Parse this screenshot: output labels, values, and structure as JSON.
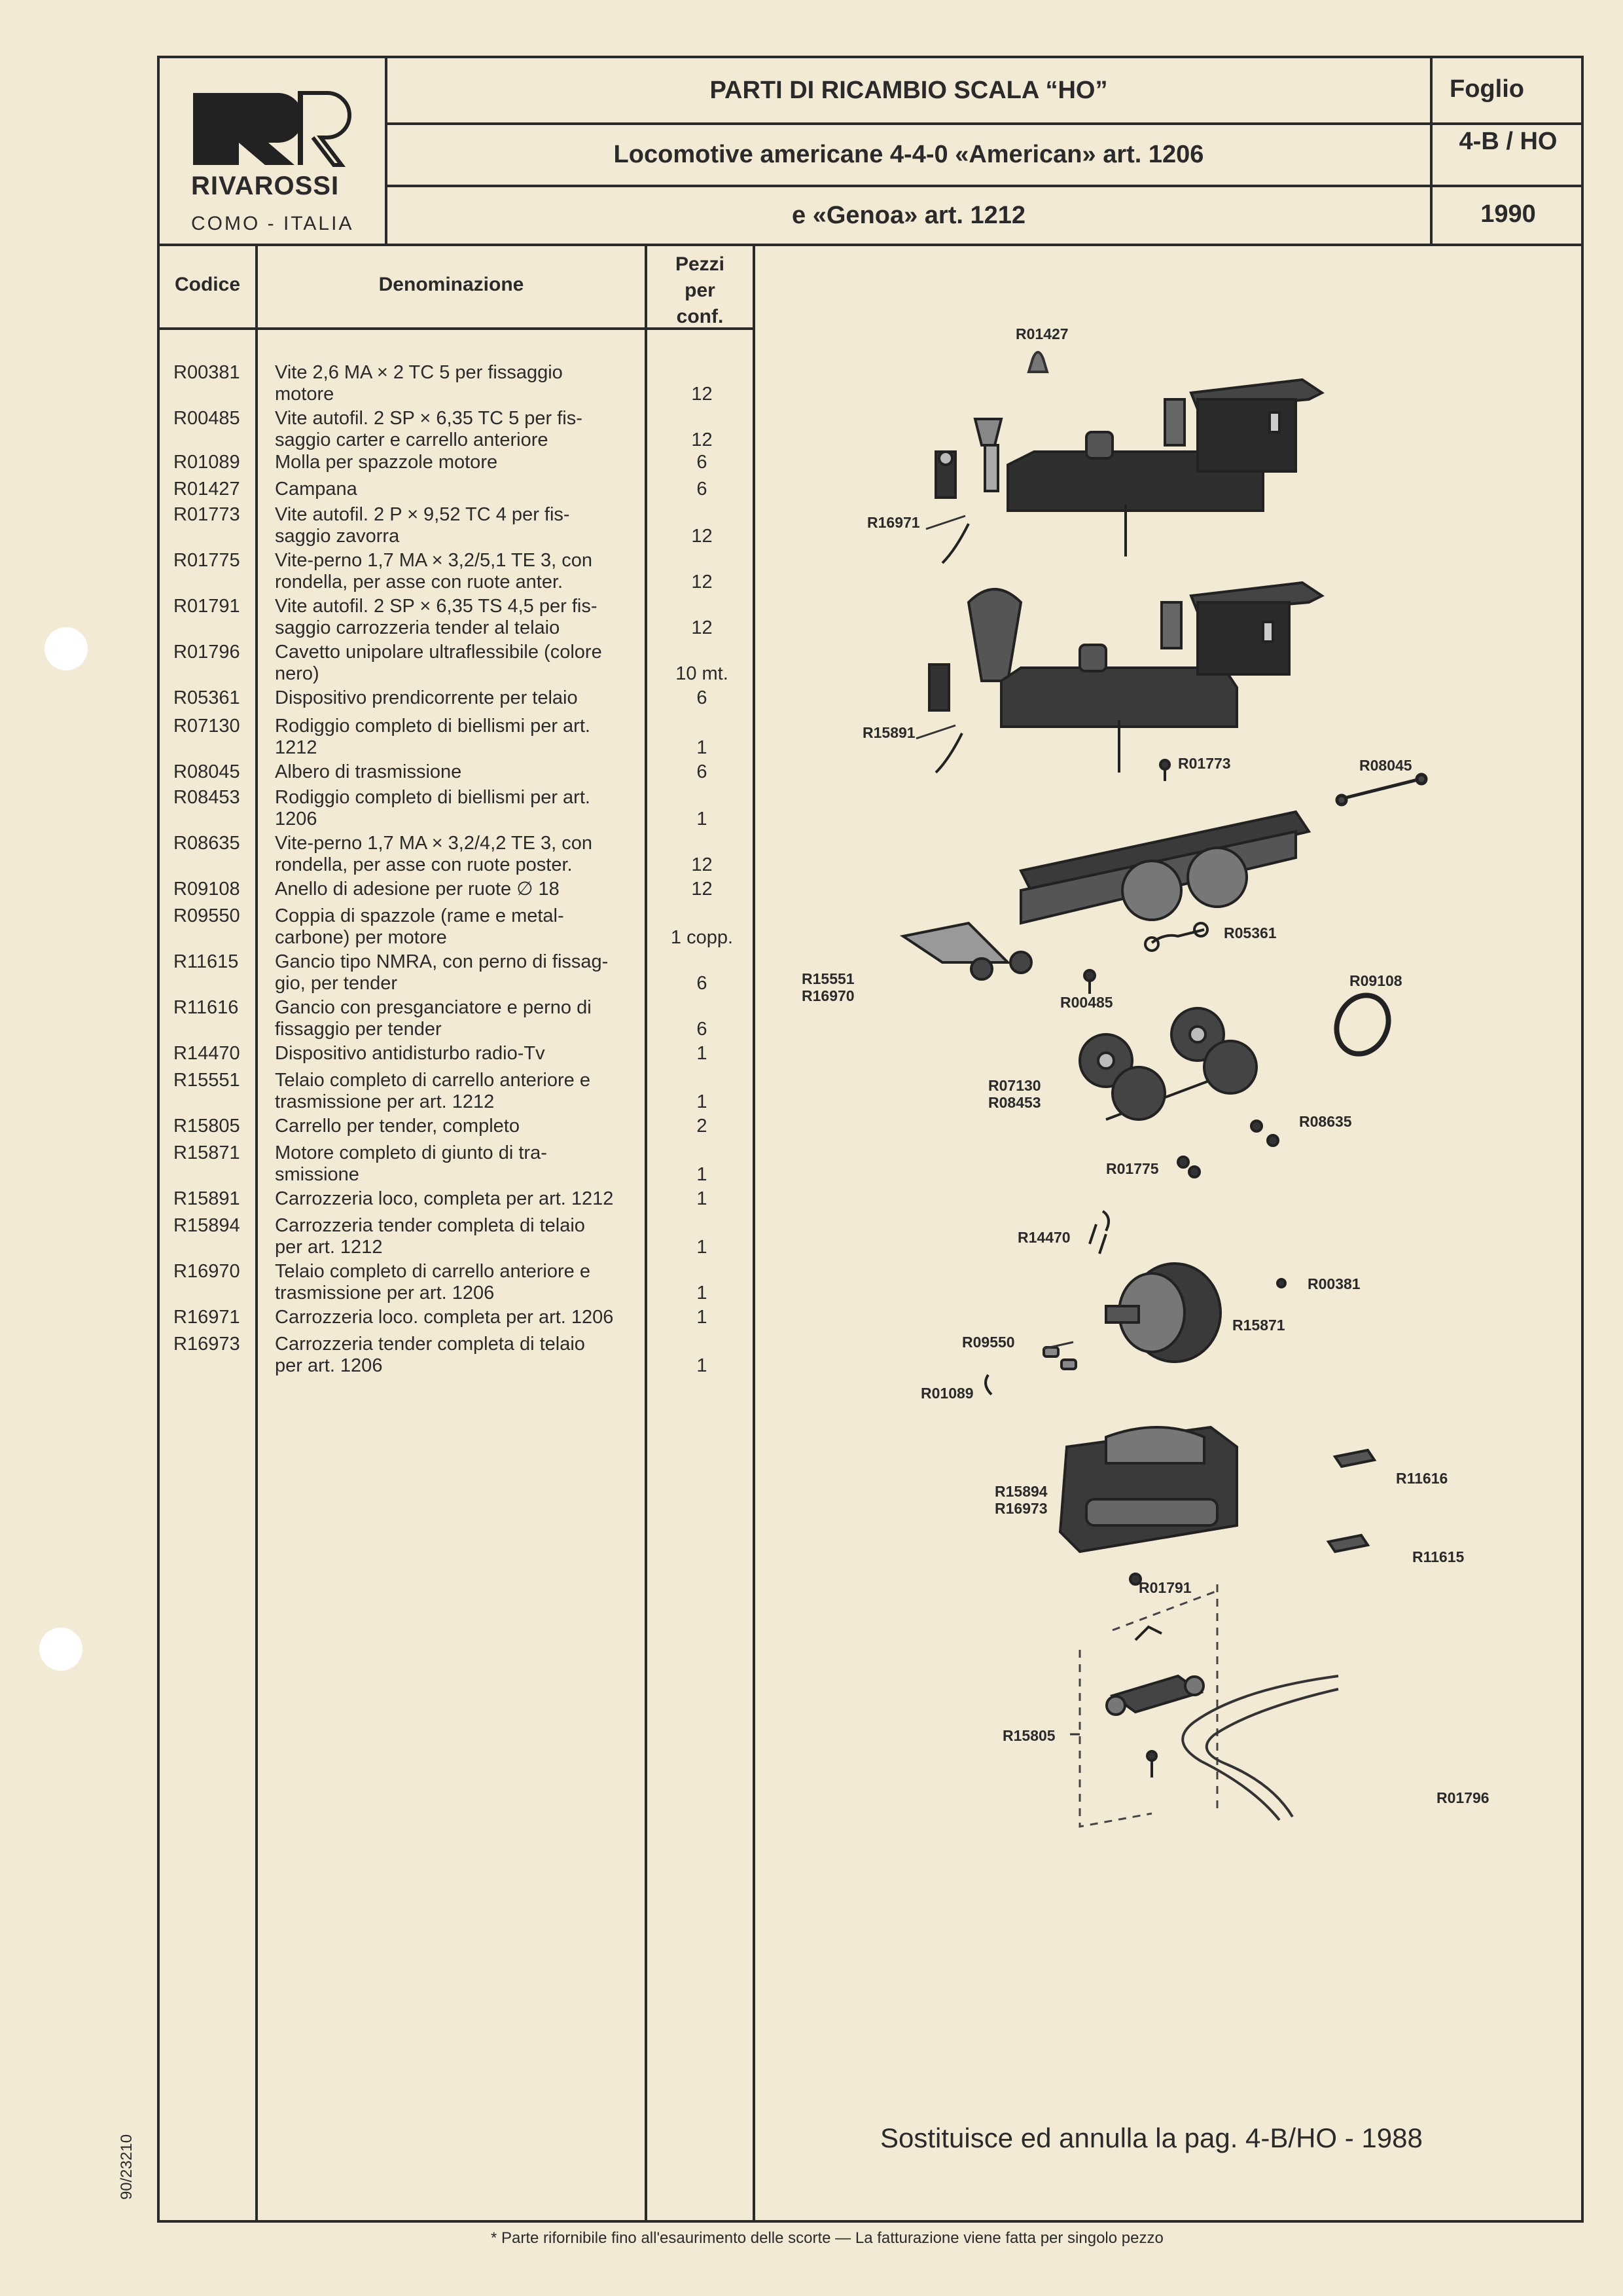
{
  "header": {
    "brand": "RIVAROSSI",
    "city": "COMO - ITALIA",
    "title": "PARTI DI RICAMBIO SCALA “HO”",
    "subtitle1": "Locomotive americane 4-4-0 «American» art. 1206",
    "subtitle2": "e «Genoa» art. 1212",
    "sheet_label": "Foglio",
    "sheet_no": "4-B / HO",
    "year": "1990"
  },
  "table": {
    "col_code": "Codice",
    "col_desc": "Denominazione",
    "col_qty": [
      "Pezzi",
      "per",
      "conf."
    ],
    "rows": [
      {
        "code": "R00381",
        "desc": [
          "Vite 2,6 MA × 2 TC 5 per fissaggio",
          "motore"
        ],
        "qty": "12"
      },
      {
        "code": "R00485",
        "desc": [
          "Vite autofil. 2 SP × 6,35 TC 5 per fis-",
          "saggio carter e carrello anteriore"
        ],
        "qty": "12"
      },
      {
        "code": "R01089",
        "desc": [
          "Molla per spazzole motore"
        ],
        "qty": "6"
      },
      {
        "code": "R01427",
        "desc": [
          "Campana"
        ],
        "qty": "6"
      },
      {
        "code": "R01773",
        "desc": [
          "Vite autofil. 2 P × 9,52 TC 4 per fis-",
          "saggio zavorra"
        ],
        "qty": "12"
      },
      {
        "code": "R01775",
        "desc": [
          "Vite-perno 1,7 MA × 3,2/5,1 TE 3, con",
          "rondella, per asse con ruote anter."
        ],
        "qty": "12"
      },
      {
        "code": "R01791",
        "desc": [
          "Vite autofil. 2 SP × 6,35 TS 4,5 per fis-",
          "saggio carrozzeria tender al telaio"
        ],
        "qty": "12"
      },
      {
        "code": "R01796",
        "desc": [
          "Cavetto unipolare ultraflessibile (colore",
          "nero)"
        ],
        "qty": "10 mt."
      },
      {
        "code": "R05361",
        "desc": [
          "Dispositivo prendicorrente per telaio"
        ],
        "qty": "6"
      },
      {
        "code": "R07130",
        "desc": [
          "Rodiggio completo di biellismi per art.",
          "1212"
        ],
        "qty": "1"
      },
      {
        "code": "R08045",
        "desc": [
          "Albero di trasmissione"
        ],
        "qty": "6"
      },
      {
        "code": "R08453",
        "desc": [
          "Rodiggio completo di biellismi per art.",
          "1206"
        ],
        "qty": "1"
      },
      {
        "code": "R08635",
        "desc": [
          "Vite-perno 1,7 MA × 3,2/4,2 TE 3, con",
          "rondella, per asse con ruote poster."
        ],
        "qty": "12"
      },
      {
        "code": "R09108",
        "desc": [
          "Anello di adesione per ruote ∅ 18"
        ],
        "qty": "12"
      },
      {
        "code": "R09550",
        "desc": [
          "Coppia di spazzole (rame e metal-",
          "carbone) per motore"
        ],
        "qty": "1 copp."
      },
      {
        "code": "R11615",
        "desc": [
          "Gancio tipo NMRA, con perno di fissag-",
          "gio, per tender"
        ],
        "qty": "6"
      },
      {
        "code": "R11616",
        "desc": [
          "Gancio con presganciatore e perno di",
          "fissaggio per tender"
        ],
        "qty": "6"
      },
      {
        "code": "R14470",
        "desc": [
          "Dispositivo antidisturbo radio-Tv"
        ],
        "qty": "1"
      },
      {
        "code": "R15551",
        "desc": [
          "Telaio completo di carrello anteriore e",
          "trasmissione per art. 1212"
        ],
        "qty": "1"
      },
      {
        "code": "R15805",
        "desc": [
          "Carrello per tender, completo"
        ],
        "qty": "2"
      },
      {
        "code": "R15871",
        "desc": [
          "Motore completo di giunto di tra-",
          "smissione"
        ],
        "qty": "1"
      },
      {
        "code": "R15891",
        "desc": [
          "Carrozzeria loco, completa per art. 1212"
        ],
        "qty": "1"
      },
      {
        "code": "R15894",
        "desc": [
          "Carrozzeria tender completa di telaio",
          "per art. 1212"
        ],
        "qty": "1"
      },
      {
        "code": "R16970",
        "desc": [
          "Telaio completo di carrello anteriore e",
          "trasmissione per art. 1206"
        ],
        "qty": "1"
      },
      {
        "code": "R16971",
        "desc": [
          "Carrozzeria loco. completa per art. 1206"
        ],
        "qty": "1"
      },
      {
        "code": "R16973",
        "desc": [
          "Carrozzeria tender completa di telaio",
          "per art. 1206"
        ],
        "qty": "1"
      }
    ]
  },
  "diagram_labels": [
    {
      "text": "R01427"
    },
    {
      "text": "R16971"
    },
    {
      "text": "R15891"
    },
    {
      "text": "R01773"
    },
    {
      "text": "R08045"
    },
    {
      "text": "R05361"
    },
    {
      "text": "R15551"
    },
    {
      "text": "R16970"
    },
    {
      "text": "R00485"
    },
    {
      "text": "R09108"
    },
    {
      "text": "R07130"
    },
    {
      "text": "R08453"
    },
    {
      "text": "R08635"
    },
    {
      "text": "R01775"
    },
    {
      "text": "R14470"
    },
    {
      "text": "R00381"
    },
    {
      "text": "R15871"
    },
    {
      "text": "R09550"
    },
    {
      "text": "R01089"
    },
    {
      "text": "R15894"
    },
    {
      "text": "R16973"
    },
    {
      "text": "R11616"
    },
    {
      "text": "R11615"
    },
    {
      "text": "R01791"
    },
    {
      "text": "R15805"
    },
    {
      "text": "R01796"
    }
  ],
  "footer": {
    "replaces": "Sostituisce ed annulla la pag. 4-B/HO - 1988",
    "note": "* Parte rifornibile fino all'esaurimento delle scorte — La fatturazione viene fatta per singolo pezzo",
    "side_code": "90/23210"
  }
}
